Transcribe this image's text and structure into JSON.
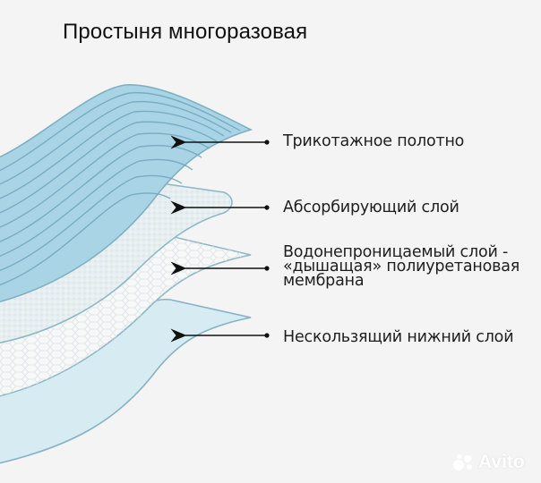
{
  "title": "Простыня многоразовая",
  "layers": [
    {
      "id": "top",
      "label_lines": [
        "Трикотажное полотно"
      ],
      "fill": "#a9d4e6",
      "stroke": "#7fb0c2"
    },
    {
      "id": "absorbent",
      "label_lines": [
        "Абсорбирующий слой"
      ],
      "fill": "#e7eeef",
      "stroke": "#8db8c6"
    },
    {
      "id": "membrane",
      "label_lines": [
        "Водонепроницаемый слой -",
        "«дышащая» полиуретановая",
        "мембрана"
      ],
      "fill": "#f7f8f8",
      "stroke": "#8db8c6"
    },
    {
      "id": "bottom",
      "label_lines": [
        "Нескользящий нижний слой"
      ],
      "fill": "#d7ebf3",
      "stroke": "#85b3c3"
    }
  ],
  "icons": {
    "arrow": "arrow-left-with-dot-icon",
    "watermark_logo": "avito-logo-icon"
  },
  "watermark": {
    "text": "Avito"
  },
  "colors": {
    "background": "#f4f4f4",
    "text": "#1e1e1e",
    "arrow": "#111111"
  }
}
